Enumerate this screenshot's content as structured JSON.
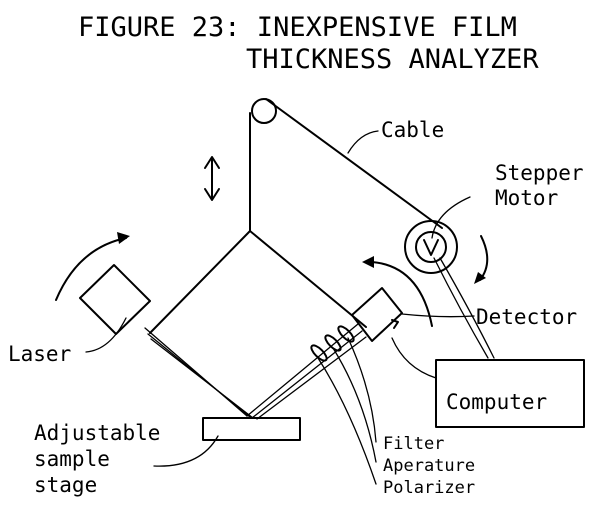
{
  "title": {
    "line1": "FIGURE 23:  INEXPENSIVE FILM",
    "line2": "THICKNESS ANALYZER"
  },
  "labels": {
    "cable": "Cable",
    "stepper_line1": "Stepper",
    "stepper_line2": "Motor",
    "detector": "Detector",
    "laser": "Laser",
    "computer": "Computer",
    "stage_line1": "Adjustable",
    "stage_line2": "sample",
    "stage_line3": "stage",
    "filter": "Filter",
    "aperture": "Aperature",
    "polarizer": "Polarizer"
  }
}
